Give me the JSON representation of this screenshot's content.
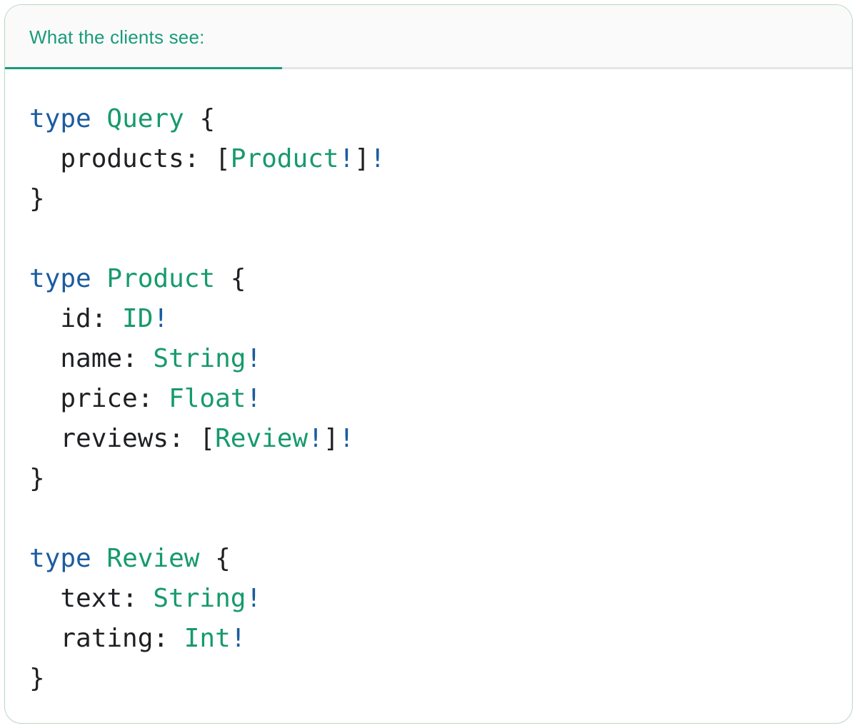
{
  "header": {
    "tab_label": "What the clients see:"
  },
  "colors": {
    "keyword": "#1b5ca0",
    "type": "#179a6c",
    "plain": "#1f2023",
    "bang": "#1b5ca0",
    "tab": "#189b7a",
    "card_border": "#b7d8c0",
    "divider": "#e5e5e5",
    "header_bg": "#fafafa",
    "card_bg": "#ffffff"
  },
  "code": {
    "language": "graphql",
    "lines": [
      [
        [
          "kw",
          "type"
        ],
        [
          "plain",
          " "
        ],
        [
          "type",
          "Query"
        ],
        [
          "plain",
          " {"
        ]
      ],
      [
        [
          "plain",
          "  products: ["
        ],
        [
          "type",
          "Product"
        ],
        [
          "bang",
          "!"
        ],
        [
          "plain",
          "]"
        ],
        [
          "bang",
          "!"
        ]
      ],
      [
        [
          "plain",
          "}"
        ]
      ],
      [],
      [
        [
          "kw",
          "type"
        ],
        [
          "plain",
          " "
        ],
        [
          "type",
          "Product"
        ],
        [
          "plain",
          " {"
        ]
      ],
      [
        [
          "plain",
          "  id: "
        ],
        [
          "type",
          "ID"
        ],
        [
          "bang",
          "!"
        ]
      ],
      [
        [
          "plain",
          "  name: "
        ],
        [
          "type",
          "String"
        ],
        [
          "bang",
          "!"
        ]
      ],
      [
        [
          "plain",
          "  price: "
        ],
        [
          "type",
          "Float"
        ],
        [
          "bang",
          "!"
        ]
      ],
      [
        [
          "plain",
          "  reviews: ["
        ],
        [
          "type",
          "Review"
        ],
        [
          "bang",
          "!"
        ],
        [
          "plain",
          "]"
        ],
        [
          "bang",
          "!"
        ]
      ],
      [
        [
          "plain",
          "}"
        ]
      ],
      [],
      [
        [
          "kw",
          "type"
        ],
        [
          "plain",
          " "
        ],
        [
          "type",
          "Review"
        ],
        [
          "plain",
          " {"
        ]
      ],
      [
        [
          "plain",
          "  text: "
        ],
        [
          "type",
          "String"
        ],
        [
          "bang",
          "!"
        ]
      ],
      [
        [
          "plain",
          "  rating: "
        ],
        [
          "type",
          "Int"
        ],
        [
          "bang",
          "!"
        ]
      ],
      [
        [
          "plain",
          "}"
        ]
      ]
    ]
  }
}
